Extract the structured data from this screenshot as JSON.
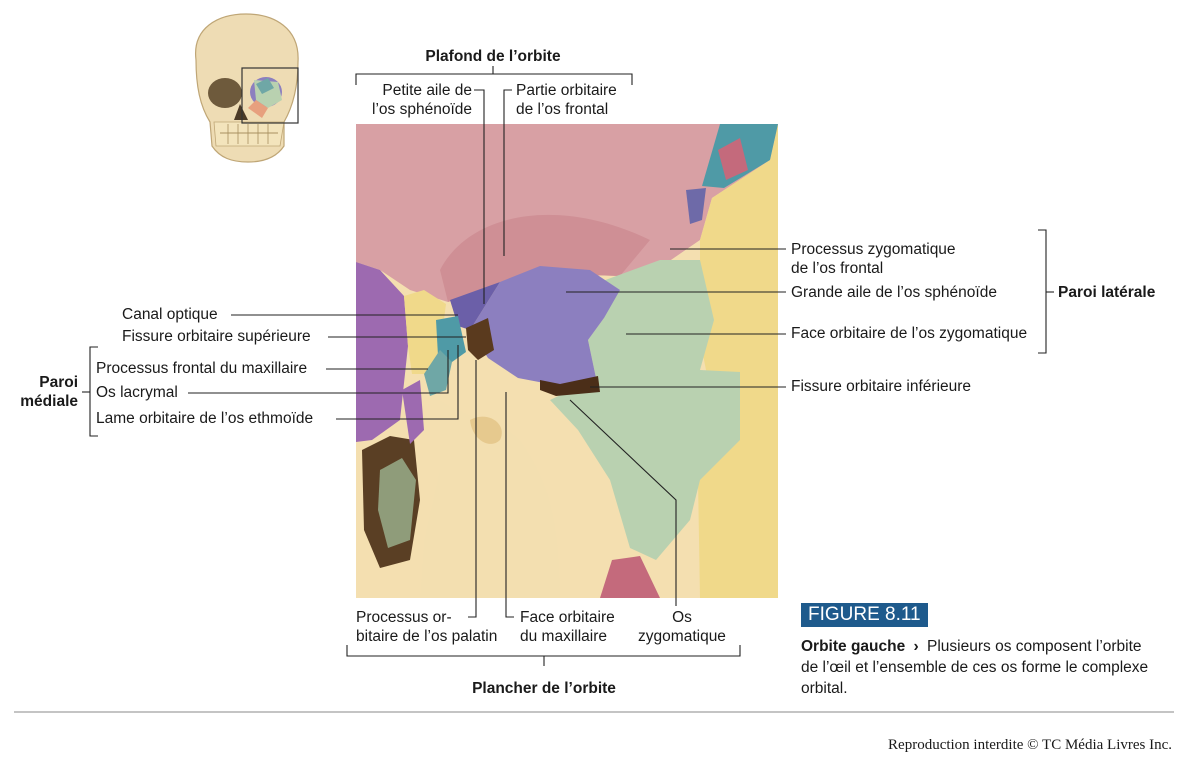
{
  "header": {
    "ceiling_title": "Plafond de l’orbite",
    "floor_title": "Plancher de l’orbite"
  },
  "labels": {
    "petite_aile": [
      "Petite aile de",
      "l’os sphénoïde"
    ],
    "partie_orbitaire": [
      "Partie orbitaire",
      "de l’os frontal"
    ],
    "canal_optique": "Canal optique",
    "fissure_sup": "Fissure orbitaire supérieure",
    "processus_frontal": "Processus frontal du maxillaire",
    "os_lacrymal": "Os lacrymal",
    "lame_orbitaire": "Lame orbitaire de l’os ethmoïde",
    "paroi_mediale": [
      "Paroi",
      "médiale"
    ],
    "processus_zygomatique": [
      "Processus zygomatique",
      "de l’os frontal"
    ],
    "grande_aile": "Grande aile de l’os sphénoïde",
    "face_zygomatique": "Face orbitaire de l’os zygomatique",
    "fissure_inf": "Fissure orbitaire inférieure",
    "paroi_laterale": "Paroi latérale",
    "processus_palatin": [
      "Processus or-",
      "bitaire de l’os palatin"
    ],
    "face_maxillaire": [
      "Face orbitaire",
      "du maxillaire"
    ],
    "os_zygomatique": [
      "Os",
      "zygomatique"
    ]
  },
  "figure": {
    "number": "FIGURE 8.11",
    "title": "Orbite gauche",
    "arrow": "›",
    "text": "Plusieurs os composent l’orbite de l’œil et l’ensemble de ces os forme le complexe orbital."
  },
  "footer": {
    "copyright": "Reproduction interdite © TC Média Livres Inc."
  },
  "colors": {
    "frontal": "#d8a0a4",
    "sphenoid": "#8c7fbf",
    "zygomatic": "#b9d1b0",
    "maxilla": "#f3dfb0",
    "ethmoid": "#8f9c7a",
    "lacrimal": "#6fa7a6",
    "palatine": "#5a3a1e",
    "vomer": "#9d6ab0",
    "teal": "#4f9aa6",
    "badge": "#1e5a8c"
  }
}
